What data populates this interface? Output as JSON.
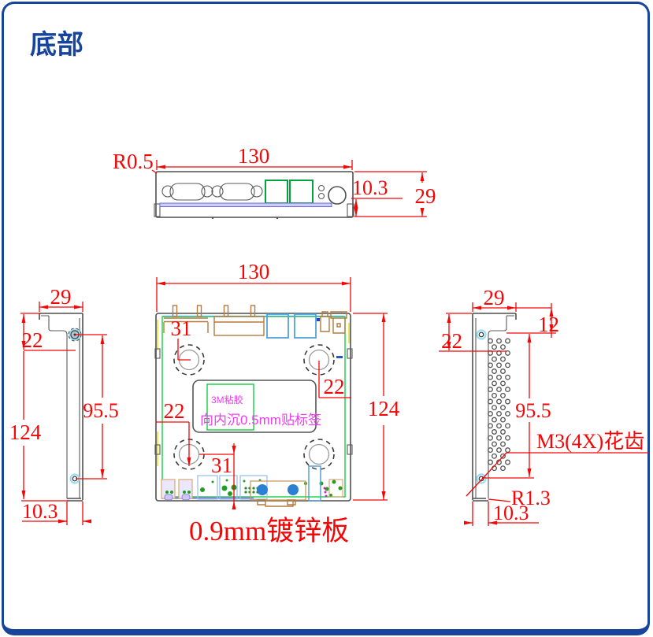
{
  "title": "底部",
  "colors": {
    "frame_blue": "#17459c",
    "dimension_red": "#f40606",
    "outline_gray": "#4f4f4f",
    "port_green": "#00a33c",
    "inner_green": "#00cc33",
    "connector_tan": "#b57a3e",
    "port_blue": "#55a0d8",
    "fill_blue": "#2b7fd4",
    "label_magenta": "#f03cf0",
    "halo_cyan": "#9adcf0"
  },
  "front_view": {
    "width": "130",
    "corner_radius": "R0.5",
    "pcb_offset": "10.3",
    "height": "29"
  },
  "left_view": {
    "flange_width": "29",
    "screw_offset": "22",
    "hole_span": "95.5",
    "height": "124",
    "lip_height": "10.3"
  },
  "bottom_view": {
    "width": "130",
    "height": "124",
    "foot_top_offset": "31",
    "foot_right_offset": "22",
    "foot_left_offset": "22",
    "foot_bottom_offset": "31",
    "label_line1": "3M粘胶",
    "label_line2": "向内沉0.5mm贴标签",
    "caption": "0.9mm镀锌板"
  },
  "right_view": {
    "flange_width": "29",
    "step_height": "12",
    "screw_offset": "22",
    "hole_span": "95.5",
    "stud_callout": "M3(4X)花齿",
    "bend_radius": "R1.3",
    "lip_height": "10.3"
  }
}
